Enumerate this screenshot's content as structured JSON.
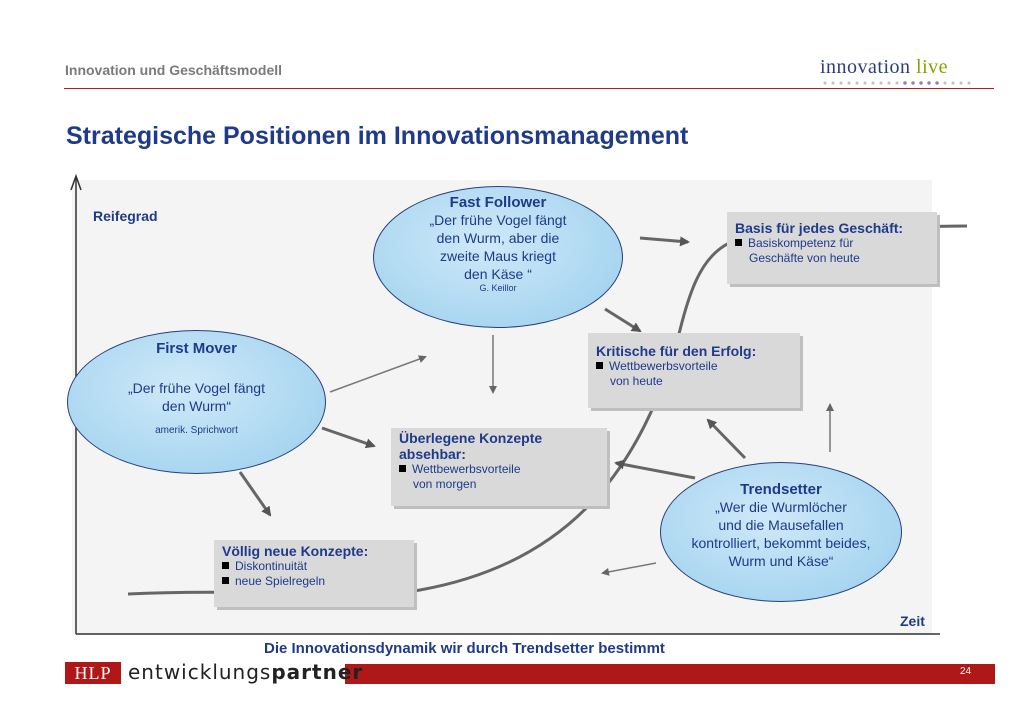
{
  "header": {
    "title": "Innovation und Geschäftsmodell",
    "logo_main": "innovation",
    "logo_accent": "live"
  },
  "main_title": "Strategische Positionen im Innovationsmanagement",
  "axes": {
    "y_label": "Reifegrad",
    "x_label": "Zeit"
  },
  "ellipses": {
    "fast_follower": {
      "title": "Fast Follower",
      "quote": [
        "„Der frühe Vogel fängt",
        "den Wurm, aber die",
        "zweite Maus kriegt",
        "den Käse “"
      ],
      "source": "G. Keillor"
    },
    "first_mover": {
      "title": "First Mover",
      "quote": [
        "„Der frühe Vogel fängt",
        "den Wurm“"
      ],
      "source": "amerik. Sprichwort"
    },
    "trendsetter": {
      "title": "Trendsetter",
      "quote": [
        "„Wer die Wurmlöcher",
        "und die Mausefallen",
        "kontrolliert, bekommt beides,",
        "Wurm und Käse“"
      ]
    }
  },
  "boxes": {
    "basis": {
      "title": "Basis für jedes Geschäft:",
      "bullets": [
        "Basiskompetenz für",
        "Geschäfte von heute"
      ]
    },
    "kritisch": {
      "title": "Kritische für den Erfolg:",
      "bullets": [
        "Wettbewerbsvorteile",
        "von heute"
      ]
    },
    "ueberlegen": {
      "title_1": "Überlegene Konzepte",
      "title_2": "absehbar:",
      "bullets": [
        "Wettbewerbsvorteile",
        "von morgen"
      ]
    },
    "voellig": {
      "title": "Völlig neue Konzepte:",
      "bullets": [
        "Diskontinuität",
        "neue Spielregeln"
      ]
    }
  },
  "footer": {
    "statement": "Die Innovationsdynamik wir durch Trendsetter bestimmt",
    "brand_box": "HLP",
    "brand_word_1": "entwicklungs",
    "brand_word_2": "partner",
    "page_number": "24"
  }
}
